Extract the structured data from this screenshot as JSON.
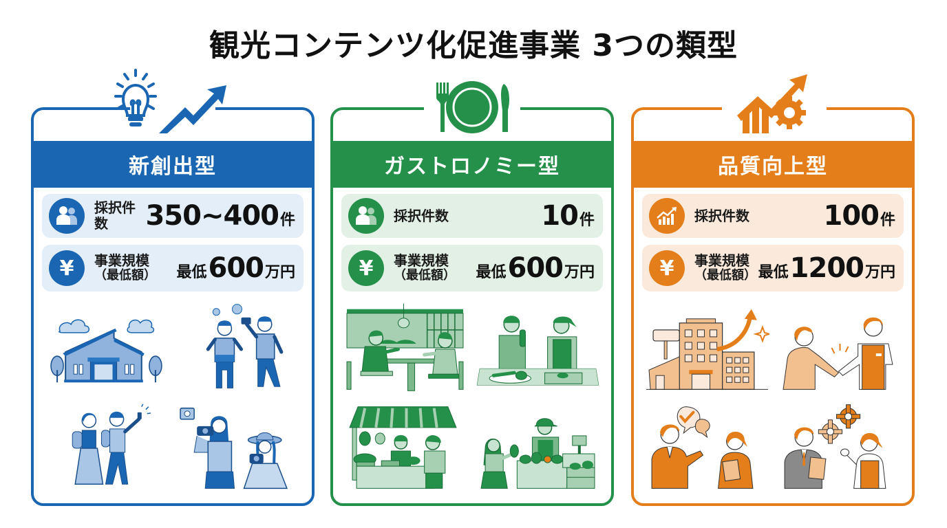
{
  "page": {
    "title": "観光コンテンツ化促進事業 3つの類型"
  },
  "cards": [
    {
      "id": "shinsoushutsu",
      "name": "新創出型",
      "color": "#1a66b2",
      "emblem_icon": "lightbulb-growth-arrow-icon",
      "adoption": {
        "icon": "people-icon",
        "label": "採択件数",
        "value": "350~400",
        "unit": "件"
      },
      "scale": {
        "icon": "yen-icon",
        "label": "事業規模",
        "sublabel": "（最低額）",
        "prefix": "最低",
        "value": "600",
        "unit": "万円"
      },
      "illustrations": [
        "tourist-facility-building",
        "tourists-with-camera",
        "couple-walking-with-smartphone",
        "women-taking-photos"
      ]
    },
    {
      "id": "gastronomy",
      "name": "ガストロノミー型",
      "color": "#25904a",
      "emblem_icon": "fork-plate-knife-icon",
      "adoption": {
        "icon": "people-icon",
        "label": "採択件数",
        "value": "10",
        "unit": "件"
      },
      "scale": {
        "icon": "yen-icon",
        "label": "事業規模",
        "sublabel": "（最低額）",
        "prefix": "最低",
        "value": "600",
        "unit": "万円"
      },
      "illustrations": [
        "couple-dining-restaurant",
        "cooking-with-chef",
        "market-stall-vegetables",
        "farmers-market-vendor"
      ]
    },
    {
      "id": "hinshitsu-kojo",
      "name": "品質向上型",
      "color": "#e47e1b",
      "emblem_icon": "chart-growth-gear-icon",
      "adoption": {
        "icon": "growth-chart-icon",
        "label": "採択件数",
        "value": "100",
        "unit": "件"
      },
      "scale": {
        "icon": "yen-icon",
        "label": "事業規模",
        "sublabel": "（最低額）",
        "prefix": "最低",
        "value": "1200",
        "unit": "万円"
      },
      "illustrations": [
        "hotel-building-growth",
        "handshake-with-staff",
        "business-consultation",
        "process-improvement-gears"
      ]
    }
  ],
  "symbols": {
    "yen": "¥"
  }
}
